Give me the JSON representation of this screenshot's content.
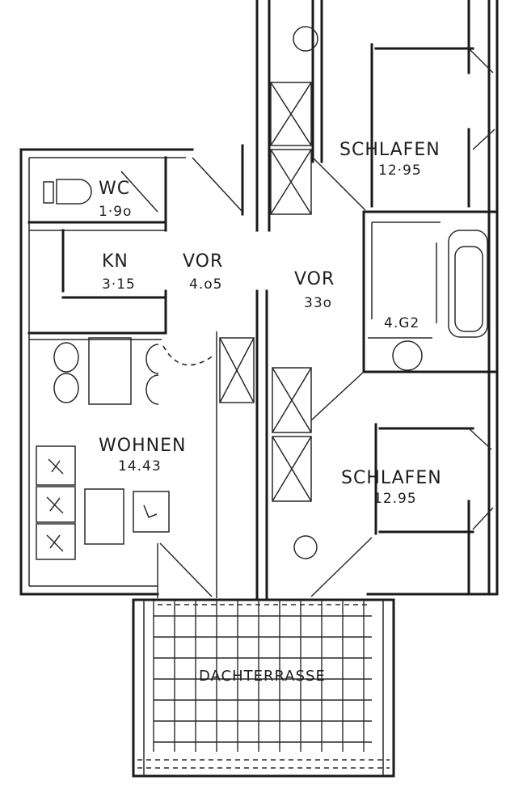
{
  "rooms": {
    "wc": {
      "name": "WC",
      "area": "1·9o"
    },
    "kn": {
      "name": "KN",
      "area": "3·15"
    },
    "vor1": {
      "name": "VOR",
      "area": "4.o5"
    },
    "vor2": {
      "name": "VOR",
      "area": "33o"
    },
    "schlafen1": {
      "name": "SCHLAFEN",
      "area": "12·95"
    },
    "bad": {
      "area": "4.G2"
    },
    "schlafen2": {
      "name": "SCHLAFEN",
      "area": "12.95"
    },
    "wohnen": {
      "name": "WOHNEN",
      "area": "14.43"
    },
    "terrasse": {
      "name": "DACHTERRASSE"
    }
  }
}
